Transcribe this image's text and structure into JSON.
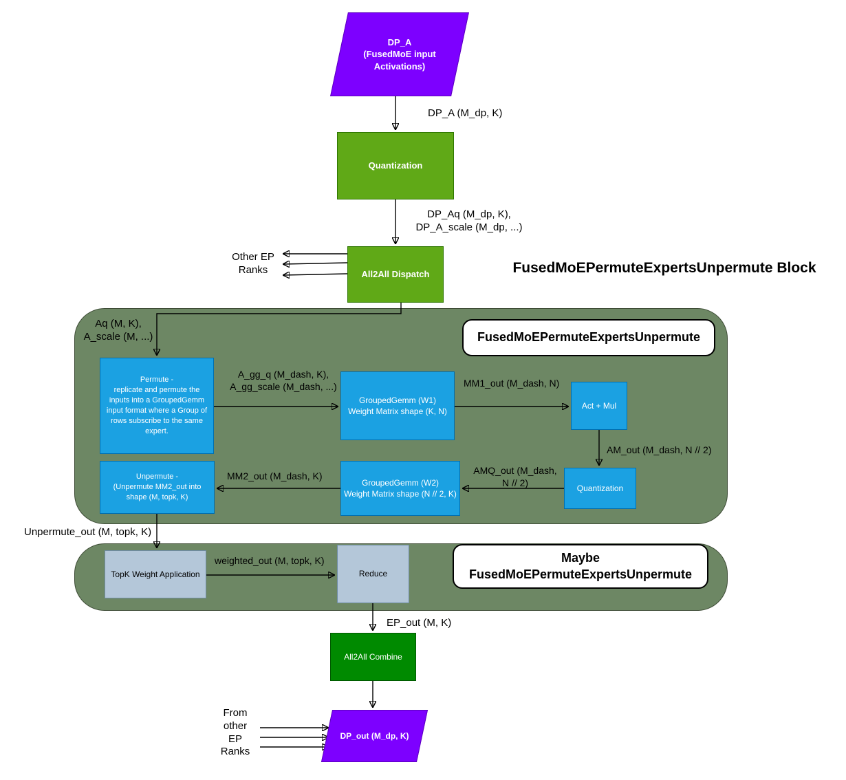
{
  "colors": {
    "purple": "#7d00ff",
    "purple_border": "#5c00bd",
    "apple_green": "#60a917",
    "apple_green_border": "#2d7600",
    "sage": "#6d8764",
    "sage_border": "#3e4c36",
    "blue": "#1ba1e2",
    "blue_border": "#006eaf",
    "steel": "#b4c7d9",
    "steel_border": "#6f8ca4",
    "dark_green": "#008a00",
    "dark_green_border": "#005700"
  },
  "title": "FusedMoEPermuteExpertsUnpermute Block",
  "nodes": {
    "dp_a": "DP_A\n(FusedMoE input\nActivations)",
    "quantization_top": "Quantization",
    "all2all_dispatch": "All2All Dispatch",
    "other_ep_ranks": "Other EP\nRanks",
    "inner_block_label": "FusedMoEPermuteExpertsUnpermute",
    "permute": "Permute -\nreplicate and permute the\ninputs into a GroupedGemm\ninput format where a Group of\nrows subscribe to the same\nexpert.",
    "grouped_gemm_w1": "GroupedGemm (W1)\nWeight Matrix shape (K, N)",
    "act_mul": "Act + Mul",
    "quantization_inner": "Quantization",
    "grouped_gemm_w2": "GroupedGemm (W2)\nWeight Matrix shape (N // 2, K)",
    "unpermute": "Unpermute -\n(Unpermute MM2_out into\nshape (M, topk, K)",
    "maybe_block_label": "Maybe\nFusedMoEPermuteExpertsUnpermute",
    "topk_weight_application": "TopK Weight Application",
    "reduce": "Reduce",
    "all2all_combine": "All2All Combine",
    "dp_out": "DP_out (M_dp, K)",
    "from_other_ep_ranks": "From\nother\nEP\nRanks"
  },
  "edge_labels": {
    "dp_a_out": "DP_A (M_dp, K)",
    "quant_out": "DP_Aq (M_dp, K),\nDP_A_scale (M_dp, ...)",
    "dispatch_out": "Aq (M, K),\nA_scale (M, ...)",
    "permute_out": "A_gg_q (M_dash, K),\nA_gg_scale (M_dash, ...)",
    "w1_out": "MM1_out (M_dash, N)",
    "act_out": "AM_out (M_dash, N // 2)",
    "quant_inner_out": "AMQ_out (M_dash,\nN // 2)",
    "w2_out": "MM2_out (M_dash, K)",
    "unpermute_out": "Unpermute_out (M, topk, K)",
    "weighted_out": "weighted_out (M, topk, K)",
    "reduce_out": "EP_out (M, K)"
  }
}
